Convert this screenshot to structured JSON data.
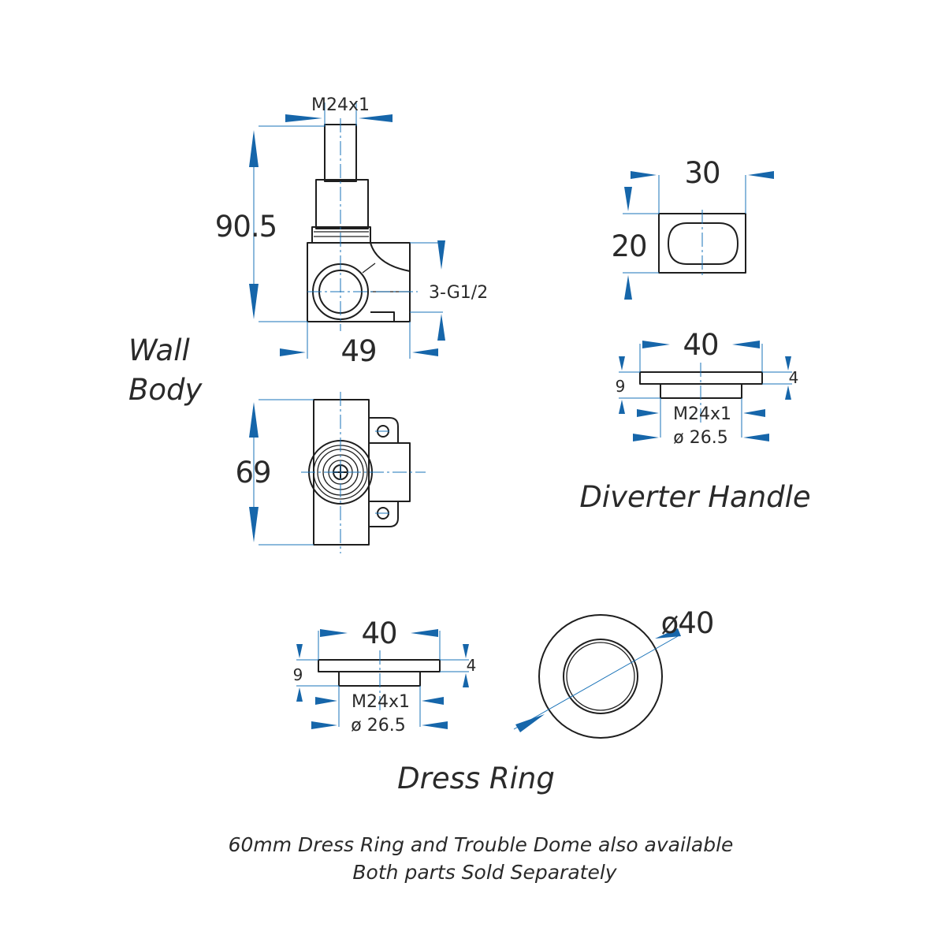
{
  "wall_body": {
    "title_line1": "Wall",
    "title_line2": "Body",
    "side_view": {
      "thread_label": "M24x1",
      "height_label": "90.5",
      "outlet_label": "3-G1/2",
      "depth_label": "49"
    },
    "front_view": {
      "height_label": "69"
    }
  },
  "diverter_handle": {
    "title": "Diverter Handle",
    "width_label": "30",
    "height_label": "20",
    "flange_width_label": "40",
    "total_height_label": "9",
    "flange_thickness_label": "4",
    "thread_label": "M24x1",
    "diameter_label": "ø 26.5"
  },
  "dress_ring": {
    "title": "Dress Ring",
    "width_label": "40",
    "total_height_label": "9",
    "flange_thickness_label": "4",
    "thread_label": "M24x1",
    "diameter_label": "ø 26.5",
    "outer_diameter_label": "ø40"
  },
  "notes": {
    "line1": "60mm Dress Ring and Trouble Dome also available",
    "line2": "Both parts Sold Separately"
  },
  "colors": {
    "dimension": "#1a73b8",
    "outline": "#1e1e1e",
    "text": "#2a2a2a",
    "background": "#ffffff"
  }
}
